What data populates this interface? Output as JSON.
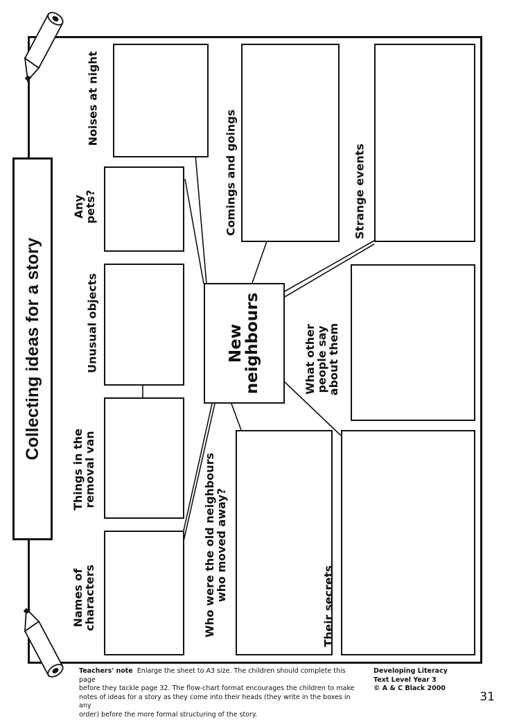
{
  "title": "Collecting ideas for a story",
  "center": {
    "line1": "New",
    "line2": "neighbours"
  },
  "labels": {
    "noises": "Noises at night",
    "pets1": "Any",
    "pets2": "pets?",
    "objects": "Unusual objects",
    "van1": "Things in the",
    "van2": "removal van",
    "names1": "Names of",
    "names2": "characters",
    "comings": "Comings and goings",
    "strange": "Strange events",
    "other1": "What other",
    "other2": "people say",
    "other3": "about them",
    "oldn1": "Who were the old neighbours",
    "oldn2": "who moved away?",
    "secrets": "Their secrets"
  },
  "footer": {
    "note_heading": "Teachers' note",
    "note_line1": "Enlarge the sheet to A3 size. The children should complete this page",
    "note_line2": "before they tackle page 32. The flow-chart format encourages the children to make",
    "note_line3": "notes of ideas for a story as they come into their heads (they write in the boxes in any",
    "note_line4": "order) before the more formal structuring of the story.",
    "series": "Developing Literacy",
    "level": "Text Level Year 3",
    "copyright": "© A & C Black 2000",
    "page_number": "31"
  }
}
